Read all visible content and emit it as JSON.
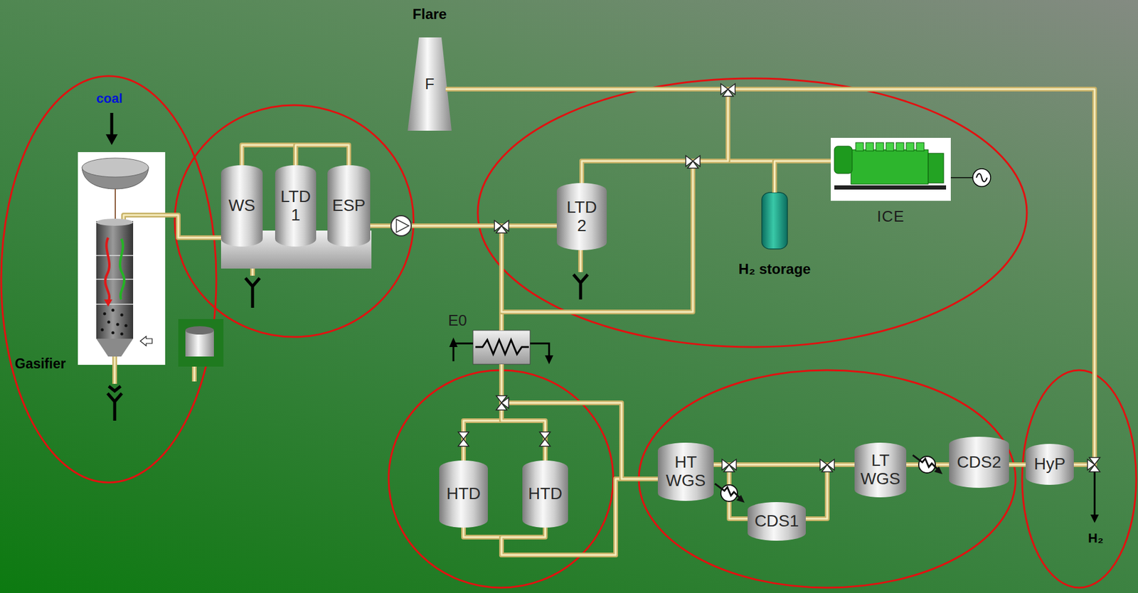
{
  "diagram": {
    "nodes": [
      {
        "text": [
          "Gasifier"
        ]
      },
      {
        "text": [
          "Flare",
          "F"
        ]
      },
      {
        "text": [
          "WS"
        ]
      },
      {
        "text": [
          "LTD 1"
        ]
      },
      {
        "text": [
          "ESP"
        ]
      },
      {
        "text": [
          "LTD 2"
        ]
      },
      {
        "text": [
          "H₂ storage"
        ]
      },
      {
        "text": [
          "ICE"
        ]
      },
      {
        "text": [
          "E0"
        ]
      },
      {
        "text": [
          "HTD"
        ]
      },
      {
        "text": [
          "HTD"
        ]
      },
      {
        "text": [
          "HT WGS"
        ]
      },
      {
        "text": [
          "CDS1"
        ]
      },
      {
        "text": [
          "LT WGS"
        ]
      },
      {
        "text": [
          "CDS2"
        ]
      },
      {
        "text": [
          "HyP"
        ]
      }
    ],
    "edges": [
      {
        "from": 0,
        "to": 2,
        "arrow": "none"
      },
      {
        "from": 2,
        "to": 3,
        "arrow": "none"
      },
      {
        "from": 3,
        "to": 4,
        "arrow": "none"
      },
      {
        "from": 4,
        "to": 5,
        "arrow": "none"
      },
      {
        "from": 4,
        "to": 8,
        "arrow": "none"
      },
      {
        "from": 4,
        "to": 7,
        "arrow": "none"
      },
      {
        "from": 5,
        "to": 7,
        "arrow": "none"
      },
      {
        "from": 5,
        "to": 1,
        "arrow": "none"
      },
      {
        "from": 6,
        "to": 7,
        "arrow": "none"
      },
      {
        "from": 15,
        "to": 1,
        "arrow": "none"
      },
      {
        "from": 8,
        "to": 9,
        "arrow": "none"
      },
      {
        "from": 8,
        "to": 10,
        "arrow": "none"
      },
      {
        "from": 9,
        "to": 11,
        "arrow": "none"
      },
      {
        "from": 10,
        "to": 11,
        "arrow": "none"
      },
      {
        "from": 8,
        "to": 11,
        "arrow": "none"
      },
      {
        "from": 11,
        "to": 13,
        "arrow": "none"
      },
      {
        "from": 11,
        "to": 12,
        "arrow": "none"
      },
      {
        "from": 12,
        "to": 13,
        "arrow": "none"
      },
      {
        "from": 13,
        "to": 14,
        "arrow": "none"
      },
      {
        "from": 14,
        "to": 15,
        "arrow": "none"
      }
    ],
    "labels": [
      "coal",
      "H₂"
    ]
  }
}
